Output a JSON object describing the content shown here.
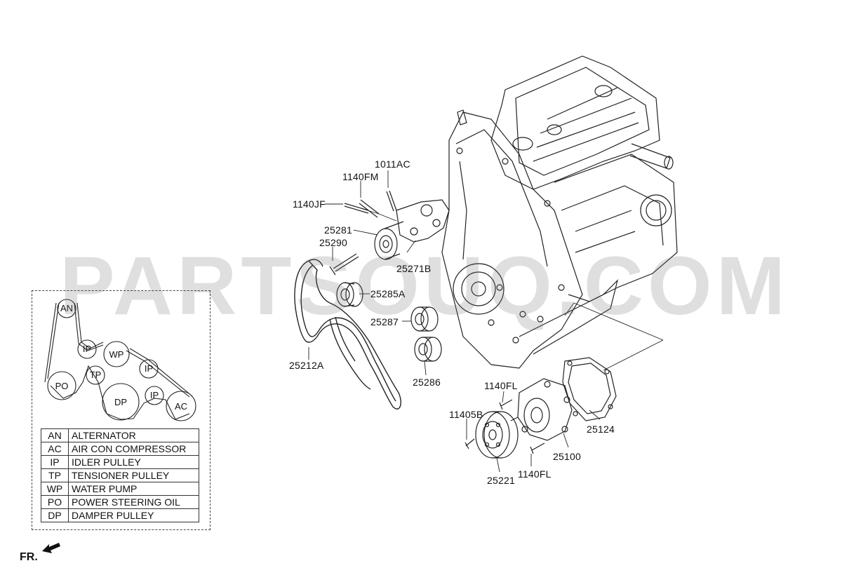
{
  "watermark": "PARTSOUQ.COM",
  "front_indicator": "FR.",
  "callouts": {
    "c1011AC": "1011AC",
    "c1140FM": "1140FM",
    "c1140JF": "1140JF",
    "c25281": "25281",
    "c25290": "25290",
    "c25271B": "25271B",
    "c25285A": "25285A",
    "c25287": "25287",
    "c25212A": "25212A",
    "c25286": "25286",
    "c1140FL_top": "1140FL",
    "c11405B": "11405B",
    "c25124": "25124",
    "c25100": "25100",
    "c25221": "25221",
    "c1140FL_bottom": "1140FL"
  },
  "belt_layout": {
    "pulleys": [
      "AN",
      "IP",
      "WP",
      "IP",
      "TP",
      "PO",
      "DP",
      "IP",
      "AC"
    ]
  },
  "legend": [
    {
      "code": "AN",
      "name": "ALTERNATOR"
    },
    {
      "code": "AC",
      "name": "AIR CON COMPRESSOR"
    },
    {
      "code": "IP",
      "name": "IDLER PULLEY"
    },
    {
      "code": "TP",
      "name": "TENSIONER PULLEY"
    },
    {
      "code": "WP",
      "name": "WATER PUMP"
    },
    {
      "code": "PO",
      "name": "POWER STEERING OIL"
    },
    {
      "code": "DP",
      "name": "DAMPER PULLEY"
    }
  ]
}
